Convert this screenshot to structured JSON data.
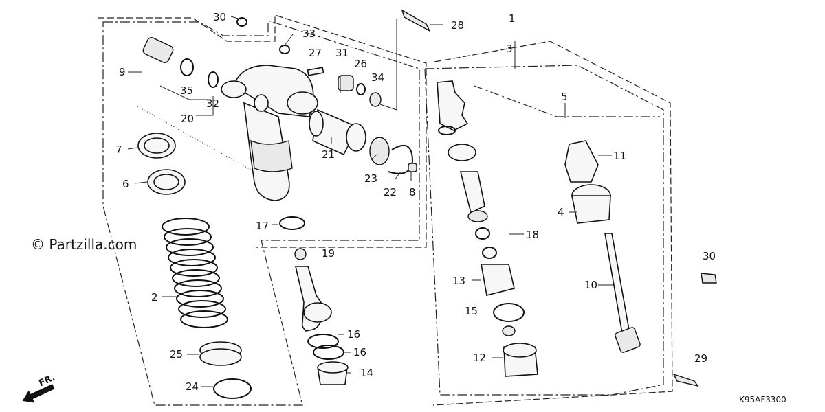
{
  "watermark": "© Partzilla.com",
  "diagram_code": "K95AF3300",
  "direction_label": "FR.",
  "callouts": {
    "c30a": "30",
    "c33": "33",
    "c27": "27",
    "c31": "31",
    "c26": "26",
    "c34": "34",
    "c9": "9",
    "c35": "35",
    "c32": "32",
    "c20": "20",
    "c21": "21",
    "c23": "23",
    "c22": "22",
    "c8": "8",
    "c7": "7",
    "c6": "6",
    "c28": "28",
    "c1": "1",
    "c3": "3",
    "c5": "5",
    "c11": "11",
    "c4": "4",
    "c18": "18",
    "c17": "17",
    "c19": "19",
    "c2": "2",
    "c13": "13",
    "c15": "15",
    "c16a": "16",
    "c16b": "16",
    "c14": "14",
    "c25": "25",
    "c24": "24",
    "c12": "12",
    "c10": "10",
    "c30b": "30",
    "c29": "29"
  }
}
